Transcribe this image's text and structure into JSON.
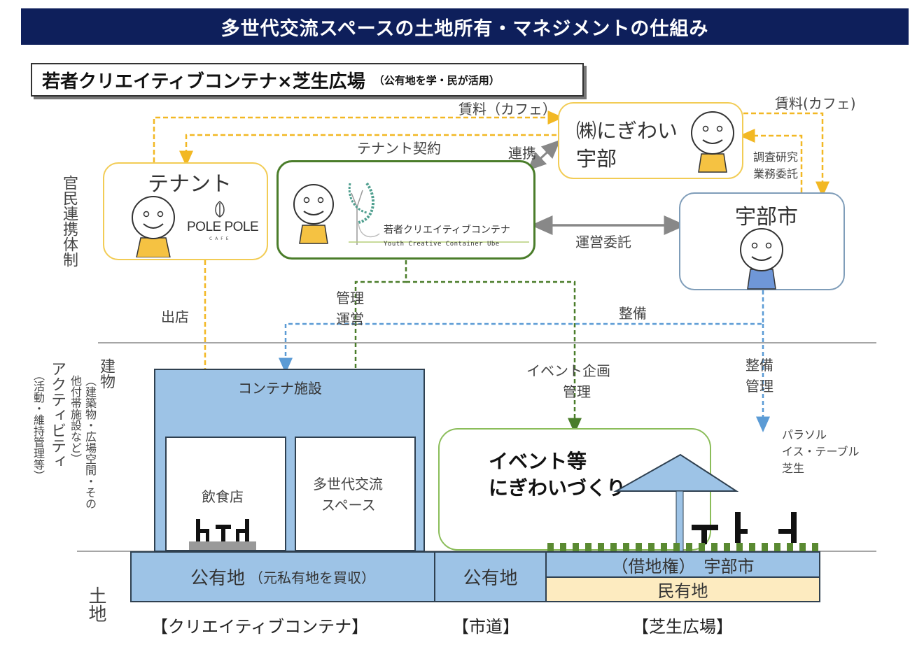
{
  "header": {
    "title": "多世代交流スペースの土地所有・マネジメントの仕組み"
  },
  "subtitle": {
    "main": "若者クリエイティブコンテナ×芝生広場",
    "sub": "（公有地を学・民が活用）"
  },
  "colors": {
    "banner": "#0e1f5b",
    "yellow_flow": "#f2b824",
    "green_flow": "#4a7d2a",
    "blue_flow": "#5b9bd5",
    "public_land": "#9dc3e6",
    "private_land": "#fdebc0"
  },
  "side_labels": {
    "partnership": "官民連携体制",
    "building": "建物",
    "building_note_1": "（建築物・広場空間・その",
    "building_note_2": "他付帯施設など）",
    "activity": "アクティビティ",
    "activity_note": "（活動・維持管理等）",
    "land": "土地"
  },
  "actors": {
    "tenant": {
      "title": "テナント",
      "logo_main": "POLE POLE",
      "logo_sub": "CAFE"
    },
    "nigiwai": {
      "line1": "㈱にぎわい",
      "line2": "宇部"
    },
    "ycc": {
      "jp": "若者クリエイティブコンテナ",
      "en": "Youth Creative Container Ube"
    },
    "ube_city": {
      "title": "宇部市"
    }
  },
  "flows": {
    "rent_cafe_top": "賃料（カフェ）",
    "tenant_contract": "テナント契約",
    "cooperation": "連携",
    "rent_cafe_right": "賃料(カフェ)",
    "research_line1": "調査研究",
    "research_line2": "業務委託",
    "operation_commission": "運営委託",
    "open_store": "出店",
    "manage_line1": "管理",
    "manage_line2": "運営",
    "maintenance": "整備",
    "event_plan_line1": "イベント企画",
    "event_plan_line2": "管理",
    "maint_mgmt_line1": "整備",
    "maint_mgmt_line2": "管理"
  },
  "facilities": {
    "container": "コンテナ施設",
    "restaurant": "飲食店",
    "space_line1": "多世代交流",
    "space_line2": "スペース",
    "event_line1": "イベント等",
    "event_line2": "にぎわいづくり",
    "parasol_line1": "パラソル",
    "parasol_line2": "イス・テーブル",
    "parasol_line3": "芝生"
  },
  "land": {
    "public_land_main": "公有地",
    "public_land_note": "（元私有地を買収）",
    "public_land_road": "公有地",
    "leasehold": "（借地権）　宇部市",
    "private_land": "民有地",
    "label_container": "【クリエイティブコンテナ】",
    "label_road": "【市道】",
    "label_lawn": "【芝生広場】"
  }
}
